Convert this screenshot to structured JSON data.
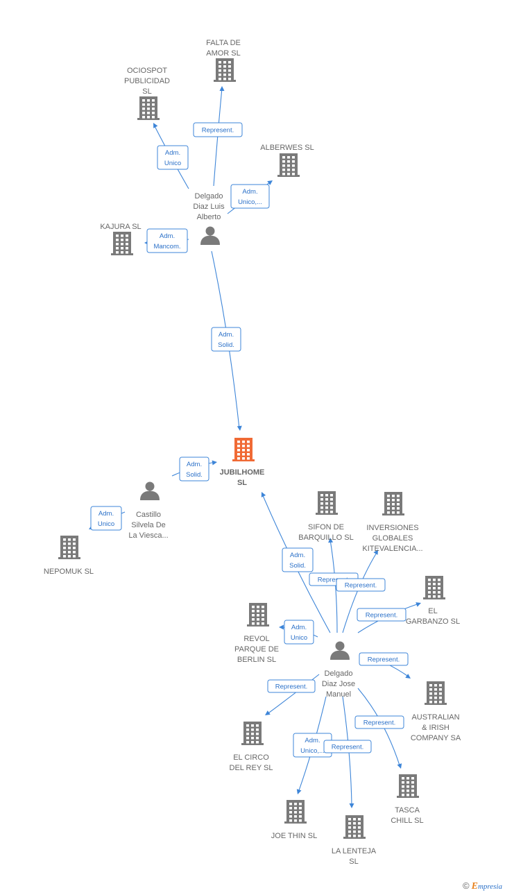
{
  "colors": {
    "company": "#7a7a7a",
    "focus": "#f06a35",
    "person": "#7a7a7a",
    "edge": "#3d85d8"
  },
  "nodes": [
    {
      "id": "falta",
      "type": "company",
      "label": [
        "FALTA DE",
        "AMOR  SL"
      ]
    },
    {
      "id": "ociospot",
      "type": "company",
      "label": [
        "OCIOSPOT",
        "PUBLICIDAD",
        "SL"
      ]
    },
    {
      "id": "alberwes",
      "type": "company",
      "label": [
        "ALBERWES  SL"
      ]
    },
    {
      "id": "luis",
      "type": "person",
      "label": [
        "Delgado",
        "Diaz Luis",
        "Alberto"
      ]
    },
    {
      "id": "kajura",
      "type": "company",
      "label": [
        "KAJURA  SL"
      ]
    },
    {
      "id": "jubilhome",
      "type": "focus",
      "label": [
        "JUBILHOME",
        "SL"
      ]
    },
    {
      "id": "castillo",
      "type": "person",
      "label": [
        "Castillo",
        "Silvela De",
        "La Viesca..."
      ]
    },
    {
      "id": "nepomuk",
      "type": "company",
      "label": [
        "NEPOMUK SL"
      ]
    },
    {
      "id": "sifon",
      "type": "company",
      "label": [
        "SIFON DE",
        "BARQUILLO  SL"
      ]
    },
    {
      "id": "inversiones",
      "type": "company",
      "label": [
        "INVERSIONES",
        "GLOBALES",
        "KITEVALENCIA..."
      ]
    },
    {
      "id": "garbanzo",
      "type": "company",
      "label": [
        "EL",
        "GARBANZO  SL"
      ]
    },
    {
      "id": "revol",
      "type": "company",
      "label": [
        "REVOL",
        "PARQUE DE",
        "BERLIN  SL"
      ]
    },
    {
      "id": "jose",
      "type": "person",
      "label": [
        "Delgado",
        "Diaz Jose",
        "Manuel"
      ]
    },
    {
      "id": "australian",
      "type": "company",
      "label": [
        "AUSTRALIAN",
        "& IRISH",
        "COMPANY SA"
      ]
    },
    {
      "id": "circo",
      "type": "company",
      "label": [
        "EL CIRCO",
        "DEL REY  SL"
      ]
    },
    {
      "id": "tasca",
      "type": "company",
      "label": [
        "TASCA",
        "CHILL  SL"
      ]
    },
    {
      "id": "joethin",
      "type": "company",
      "label": [
        "JOE THIN  SL"
      ]
    },
    {
      "id": "lenteja",
      "type": "company",
      "label": [
        "LA LENTEJA",
        "SL"
      ]
    }
  ],
  "relations": [
    {
      "from": "luis",
      "to": "falta",
      "label": [
        "Represent."
      ]
    },
    {
      "from": "luis",
      "to": "ociospot",
      "label": [
        "Adm.",
        "Unico"
      ]
    },
    {
      "from": "luis",
      "to": "alberwes",
      "label": [
        "Adm.",
        "Unico,..."
      ]
    },
    {
      "from": "luis",
      "to": "kajura",
      "label": [
        "Adm.",
        "Mancom."
      ]
    },
    {
      "from": "luis",
      "to": "jubilhome",
      "label": [
        "Adm.",
        "Solid."
      ]
    },
    {
      "from": "castillo",
      "to": "jubilhome",
      "label": [
        "Adm.",
        "Solid."
      ]
    },
    {
      "from": "castillo",
      "to": "nepomuk",
      "label": [
        "Adm.",
        "Unico"
      ]
    },
    {
      "from": "jose",
      "to": "jubilhome",
      "label": [
        "Adm.",
        "Solid."
      ]
    },
    {
      "from": "jose",
      "to": "sifon",
      "label": [
        "Represent."
      ]
    },
    {
      "from": "jose",
      "to": "inversiones",
      "label": [
        "Represent."
      ]
    },
    {
      "from": "jose",
      "to": "garbanzo",
      "label": [
        "Represent."
      ]
    },
    {
      "from": "jose",
      "to": "revol",
      "label": [
        "Adm.",
        "Unico"
      ]
    },
    {
      "from": "jose",
      "to": "australian",
      "label": [
        "Represent."
      ]
    },
    {
      "from": "jose",
      "to": "circo",
      "label": [
        "Represent."
      ]
    },
    {
      "from": "jose",
      "to": "tasca",
      "label": [
        "Represent."
      ]
    },
    {
      "from": "jose",
      "to": "joethin",
      "label": [
        "Adm.",
        "Unico,..."
      ]
    },
    {
      "from": "jose",
      "to": "lenteja",
      "label": [
        "Represent."
      ]
    }
  ],
  "footer": {
    "copyright": "©",
    "brand_initial": "E",
    "brand_rest": "mpresia"
  }
}
